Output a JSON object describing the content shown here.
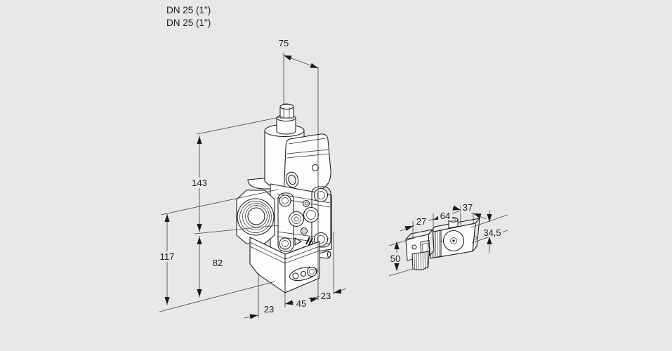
{
  "header": {
    "line1": "DN 25 (1\")",
    "line2": "DN 25 (1\")"
  },
  "main_view": {
    "name": "gas valve isometric view",
    "dims": {
      "top_width": "75",
      "total_height": "143",
      "lower_height": "117",
      "base_height": "82",
      "base_offset_left": "23",
      "base_width": "45",
      "base_offset_right": "23"
    }
  },
  "side_view": {
    "name": "pressure switch isometric view",
    "dims": {
      "connector_width": "27",
      "body_length": "64",
      "rear_depth": "37",
      "body_height": "34,5",
      "total_height": "50"
    }
  },
  "colors": {
    "background": "#e8e8e8",
    "object_line": "#1a1a1a",
    "dimension_line": "#464646",
    "text": "#1c1c1c"
  }
}
